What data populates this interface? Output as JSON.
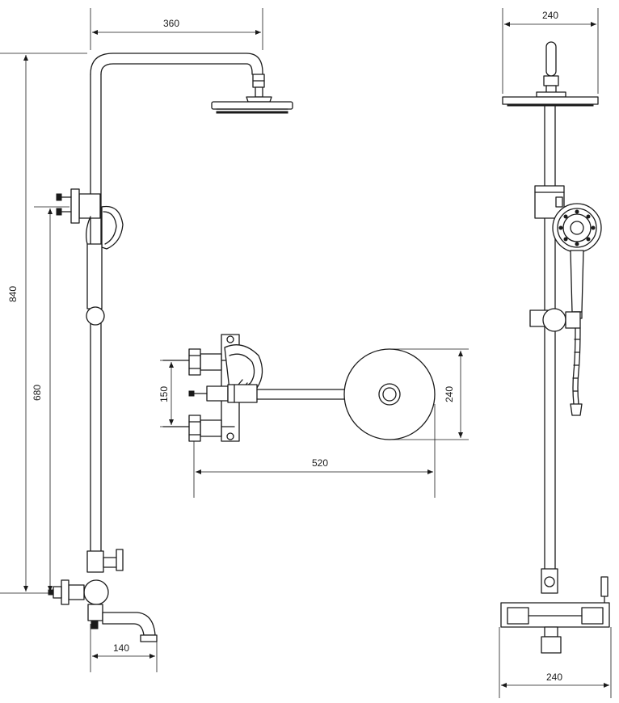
{
  "dimensions": {
    "front_width": "360",
    "front_height_total": "840",
    "front_height_holder": "680",
    "front_spout": "140",
    "top_spacing": "150",
    "top_arm_length": "520",
    "top_head_diameter": "240",
    "side_head_width": "240",
    "side_base_width": "240"
  },
  "colors": {
    "line": "#1a1a1a",
    "background": "#ffffff"
  }
}
